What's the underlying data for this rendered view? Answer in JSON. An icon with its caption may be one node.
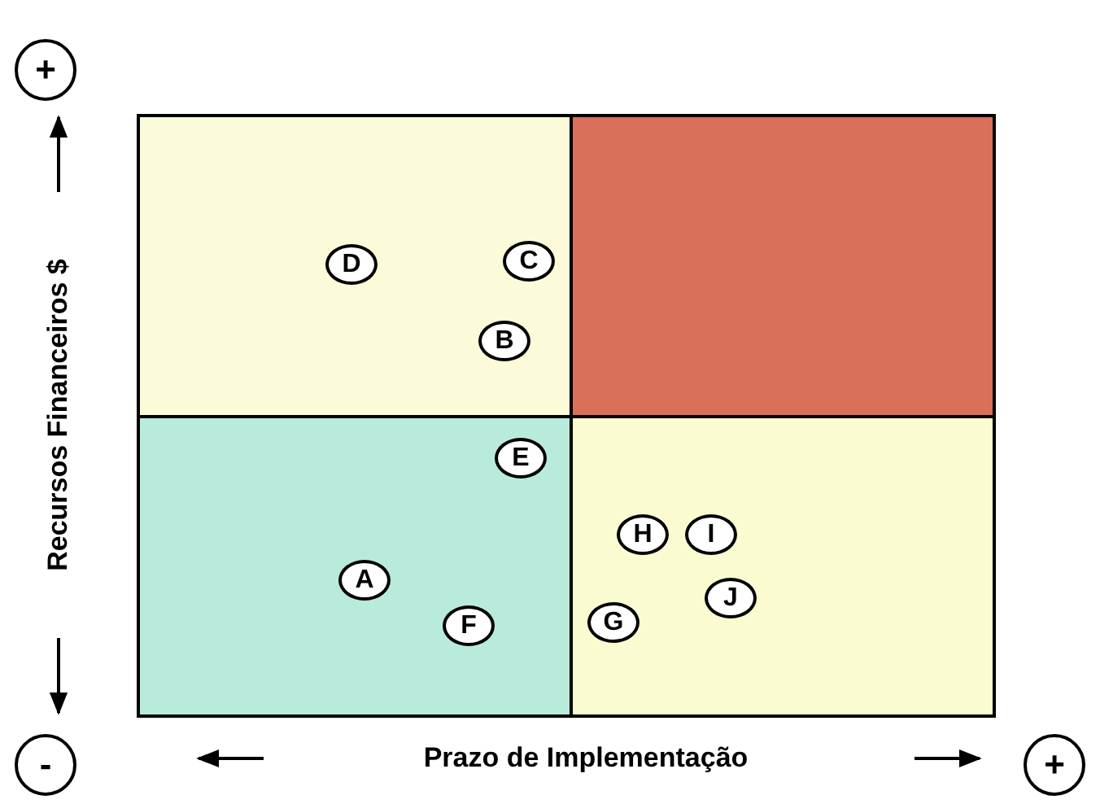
{
  "diagram": {
    "nodes": [
      {
        "text": [
          "+"
        ]
      },
      {
        "text": [],
        "shape": "box"
      },
      {
        "text": [
          "D"
        ],
        "in": 1
      },
      {
        "text": [
          "C"
        ],
        "in": 1
      },
      {
        "text": [
          "B"
        ],
        "in": 1
      },
      {
        "text": [],
        "shape": "box"
      },
      {
        "text": [],
        "shape": "box"
      },
      {
        "text": [
          "E"
        ],
        "in": 6
      },
      {
        "text": [
          "A"
        ],
        "in": 6
      },
      {
        "text": [
          "F"
        ],
        "in": 6
      },
      {
        "text": [],
        "shape": "box"
      },
      {
        "text": [
          "H"
        ],
        "in": 10
      },
      {
        "text": [
          "I"
        ],
        "in": 10
      },
      {
        "text": [
          "J"
        ],
        "in": 10
      },
      {
        "text": [
          "G"
        ],
        "in": 10
      },
      {
        "text": [
          "-"
        ]
      },
      {
        "text": [
          "+"
        ]
      }
    ],
    "edges": [],
    "labels": [
      "Recursos Financeiros $",
      "Prazo de Implementação"
    ]
  }
}
